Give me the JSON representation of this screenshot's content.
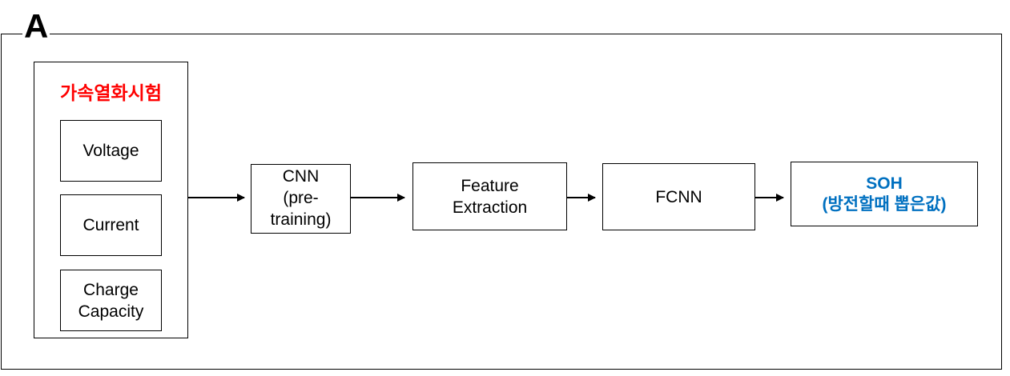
{
  "figure": {
    "panel_label": "A",
    "accent_red": "#FF0000",
    "accent_blue": "#0070C0",
    "line_color": "#000000"
  },
  "input_group": {
    "title": "가속열화시험",
    "items": [
      {
        "label": "Voltage"
      },
      {
        "label": "Current"
      },
      {
        "label": "Charge\nCapacity"
      }
    ]
  },
  "pipeline": {
    "stages": [
      {
        "id": "cnn",
        "label": "CNN\n(pre-\ntraining)"
      },
      {
        "id": "feature",
        "label": "Feature\nExtraction"
      },
      {
        "id": "fcnn",
        "label": "FCNN"
      },
      {
        "id": "soh",
        "label": "SOH\n(방전할때 뽑은값)"
      }
    ],
    "connectors": [
      {
        "id": "arrow-group-to-cnn",
        "name": "arrow-icon"
      },
      {
        "id": "arrow-cnn-to-feature",
        "name": "arrow-icon"
      },
      {
        "id": "arrow-feature-to-fcnn",
        "name": "arrow-icon"
      },
      {
        "id": "arrow-fcnn-to-soh",
        "name": "arrow-icon"
      }
    ]
  }
}
